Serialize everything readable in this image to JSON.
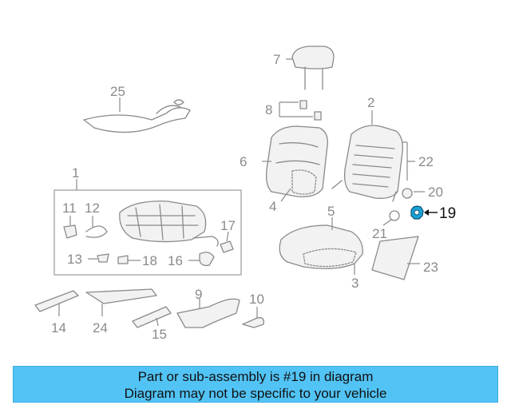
{
  "diagram": {
    "labels": {
      "l1": "1",
      "l2": "2",
      "l3": "3",
      "l4": "4",
      "l5": "5",
      "l6": "6",
      "l7": "7",
      "l8": "8",
      "l9": "9",
      "l10": "10",
      "l11": "11",
      "l12": "12",
      "l13": "13",
      "l14": "14",
      "l15": "15",
      "l16": "16",
      "l17": "17",
      "l18": "18",
      "l19": "19",
      "l20": "20",
      "l21": "21",
      "l22": "22",
      "l23": "23",
      "l24": "24",
      "l25": "25"
    },
    "highlight_part": "19",
    "highlight_color": "#1aa3d9",
    "line_color": "#8a8a8a"
  },
  "banner": {
    "line1": "Part or sub-assembly is #19 in diagram",
    "line2": "Diagram may not be specific to your vehicle",
    "background": "#52c3f5"
  }
}
